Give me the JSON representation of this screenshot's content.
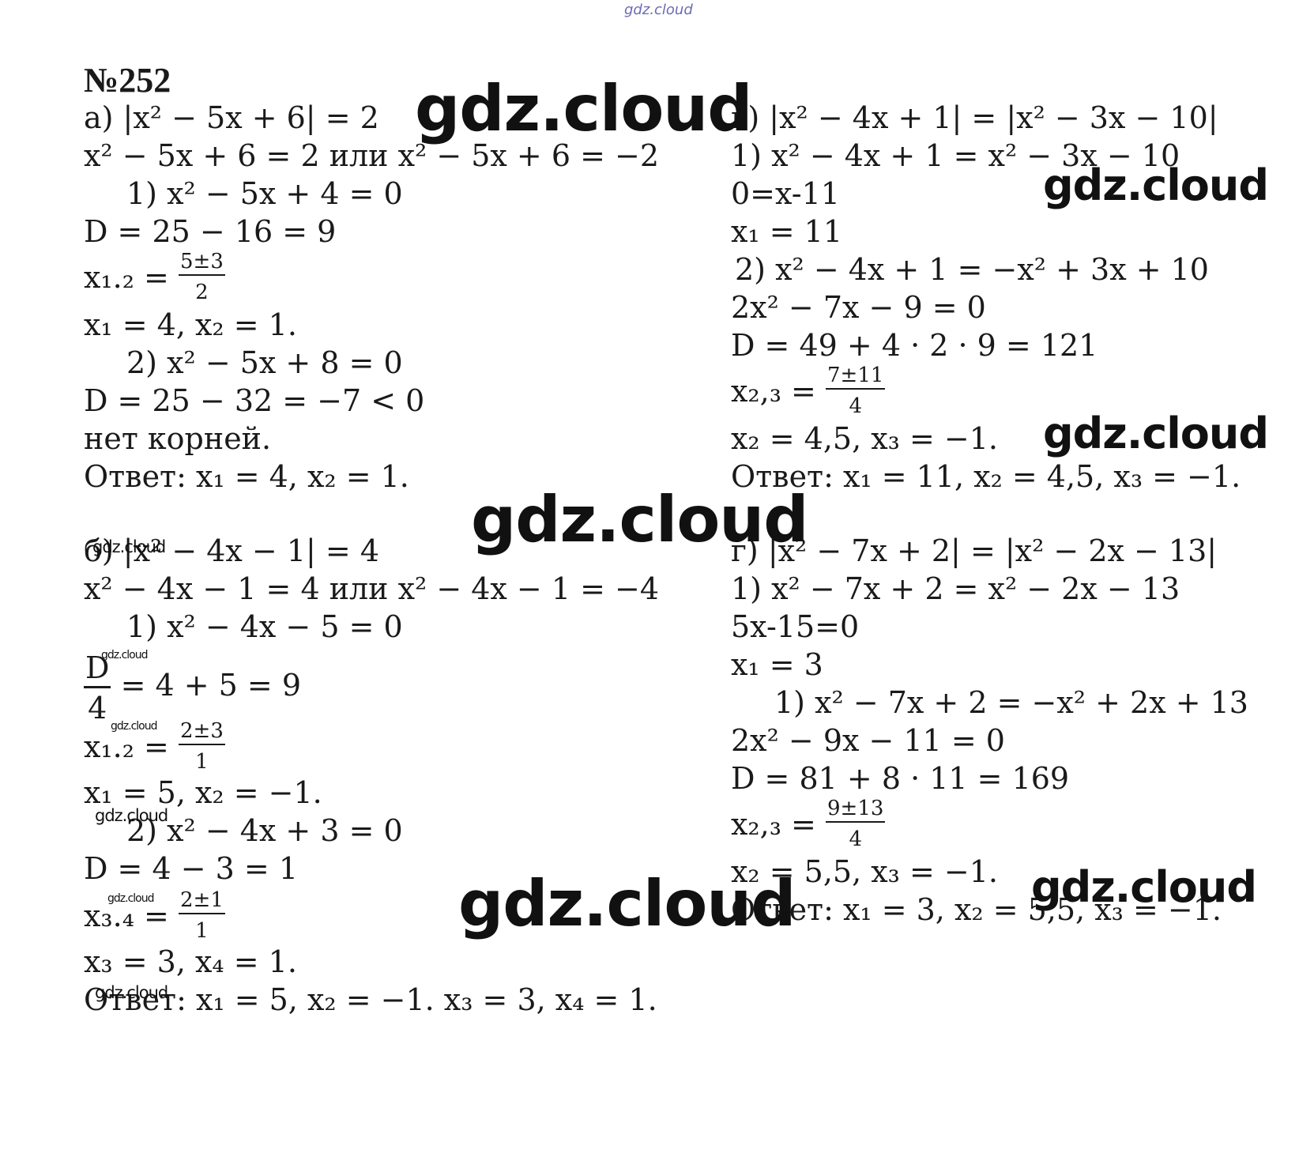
{
  "header": {
    "site": "gdz.cloud",
    "number": "№252"
  },
  "part_a": {
    "l1": "а) |x² − 5x + 6| = 2",
    "l2": "x² − 5x + 6 = 2 или x² − 5x + 6 = −2",
    "l3": "1)  x² − 5x + 4 = 0",
    "l4": "D = 25 − 16 = 9",
    "l5_lhs": "x₁.₂ =",
    "l5_num": "5±3",
    "l5_den": "2",
    "l6": "x₁ = 4, x₂ = 1.",
    "l7": "2) x² − 5x + 8 = 0",
    "l8": "D = 25 − 32 = −7 < 0",
    "l9": "нет корней.",
    "l10": "Ответ: x₁ = 4, x₂ = 1."
  },
  "part_b": {
    "l1": "б) |x² − 4x − 1| = 4",
    "l2": "x² − 4x − 1 = 4 или x² − 4x − 1 = −4",
    "l3": "1)  x² − 4x − 5 = 0",
    "l4_num": "D",
    "l4_den": "4",
    "l4_rest": "= 4 + 5 = 9",
    "l5_lhs": "x₁.₂ =",
    "l5_num": "2±3",
    "l5_den": "1",
    "l6": "x₁ = 5, x₂ = −1.",
    "l7": "2) x² − 4x + 3 = 0",
    "l8": "D = 4 − 3 = 1",
    "l9_lhs": "x₃.₄ =",
    "l9_num": "2±1",
    "l9_den": "1",
    "l10": "x₃ = 3, x₄ = 1.",
    "l11": "Ответ: x₁ = 5, x₂ = −1.  x₃ = 3, x₄ = 1."
  },
  "part_v": {
    "l1": "в) |x² − 4x + 1| = |x² − 3x − 10|",
    "l2": "1) x² − 4x + 1 = x² − 3x − 10",
    "l3": "0=x-11",
    "l4": "x₁ = 11",
    "l5": "2) x² − 4x + 1 = −x² + 3x + 10",
    "l6": "2x² − 7x − 9 = 0",
    "l7": "D = 49 + 4 · 2 · 9 = 121",
    "l8_lhs": "x₂,₃ =",
    "l8_num": "7±11",
    "l8_den": "4",
    "l9": "x₂ = 4,5, x₃ = −1.",
    "l10": "Ответ: x₁ = 11, x₂ = 4,5, x₃ = −1."
  },
  "part_g": {
    "l1": "г) |x² − 7x + 2| = |x² − 2x − 13|",
    "l2": "1) x² − 7x + 2 = x² − 2x − 13",
    "l3": "5x-15=0",
    "l4": "x₁ = 3",
    "l5": "1)  x² − 7x + 2 = −x² + 2x + 13",
    "l6": "2x² − 9x − 11 = 0",
    "l7": "D = 81 + 8 · 11 = 169",
    "l8_lhs": "x₂,₃ =",
    "l8_num": "9±13",
    "l8_den": "4",
    "l9": "x₂ = 5,5, x₃ = −1.",
    "l10": "Ответ: x₁ = 3, x₂ = 5,5, x₃ = −1."
  },
  "watermarks": {
    "big": "gdz.cloud",
    "medium": "gdz.cloud",
    "small": "gdz.cloud",
    "tiny": "gdz.cloud"
  }
}
